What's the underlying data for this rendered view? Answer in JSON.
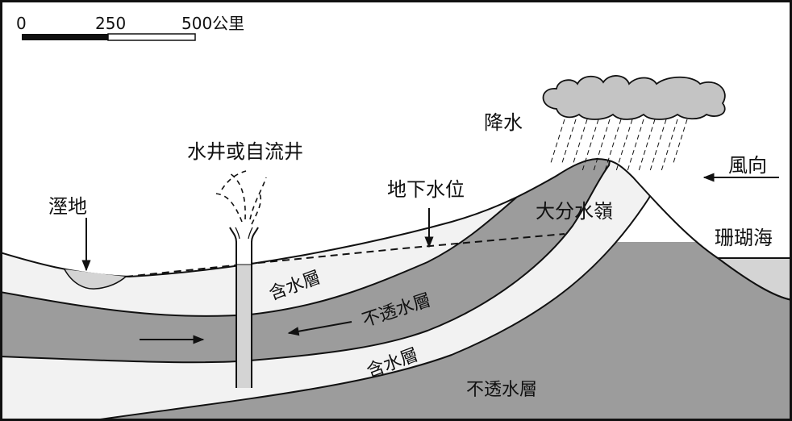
{
  "scale_bar": {
    "tick_0": "0",
    "tick_mid": "250",
    "tick_end": "500公里"
  },
  "labels": {
    "well": "水井或自流井",
    "wetland": "溼地",
    "water_table": "地下水位",
    "precipitation": "降水",
    "divide": "大分水嶺",
    "wind": "風向",
    "sea": "珊瑚海",
    "aquifer_upper": "含水層",
    "aquitard_middle": "不透水層",
    "aquifer_lower": "含水層",
    "aquitard_bottom": "不透水層"
  },
  "colors": {
    "dark": "#9c9c9c",
    "light": "#f2f2f2",
    "water": "#d4d4d4",
    "cloud": "#c4c4c4",
    "line": "#111111"
  }
}
